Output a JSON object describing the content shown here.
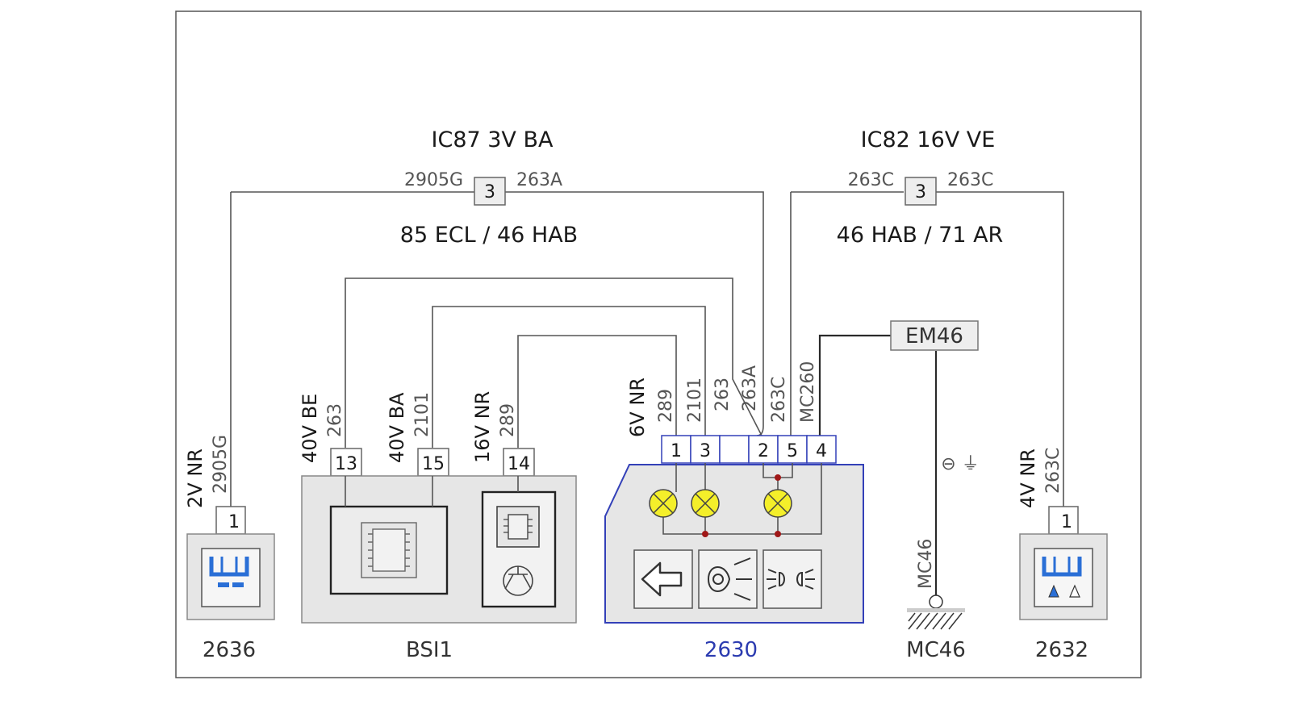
{
  "splices": [
    {
      "header": "IC87  3V  BA",
      "subheader": "85 ECL / 46 HAB",
      "pin": "3",
      "wire_left": "2905G",
      "wire_right": "263A"
    },
    {
      "header": "IC82  16V  VE",
      "subheader": "46 HAB / 71 AR",
      "pin": "3",
      "wire_left": "263C",
      "wire_right": "263C"
    }
  ],
  "ground_node": {
    "label": "EM46",
    "symbol": "⊖ ⏚",
    "wire": "MC46"
  },
  "components": {
    "c2636": {
      "name": "2636",
      "connector_label": "2V  NR",
      "pin": "1",
      "wire": "2905G",
      "icon": "rear-wiper-switch-icon"
    },
    "bsi": {
      "name": "BSI1",
      "pins": [
        {
          "connector": "40V  BE",
          "wire": "263",
          "pin": "13"
        },
        {
          "connector": "40V  BA",
          "wire": "2101",
          "pin": "15"
        },
        {
          "connector": "16V  NR",
          "wire": "289",
          "pin": "14"
        }
      ],
      "icons": [
        "microchip-icon",
        "relay-chip-icon",
        "transistor-icon"
      ]
    },
    "c2630": {
      "name": "2630",
      "connector_label": "6V  NR",
      "wires": [
        "289",
        "2101",
        "263",
        "263A",
        "263C",
        "MC260"
      ],
      "pins": [
        "1",
        "3",
        "",
        "2",
        "5",
        "4"
      ],
      "icons": [
        "arrow-left-icon",
        "headlamp-icon",
        "sidelamp-icon"
      ],
      "lamp_icon": "lamp-icon"
    },
    "mc46": {
      "name": "MC46",
      "wire": "MC46",
      "icon": "ground-icon"
    },
    "c2632": {
      "name": "2632",
      "connector_label": "4V  NR",
      "pin": "1",
      "wire": "263C",
      "icon": "washer-switch-icon"
    }
  },
  "colors": {
    "frame": "#555555",
    "component_fill": "#e6e6e6",
    "lamp_yellow": "#f4ef2a",
    "node_red": "#a01818",
    "accent_blue": "#2b3bb0",
    "icon_blue": "#2a6fd6"
  }
}
